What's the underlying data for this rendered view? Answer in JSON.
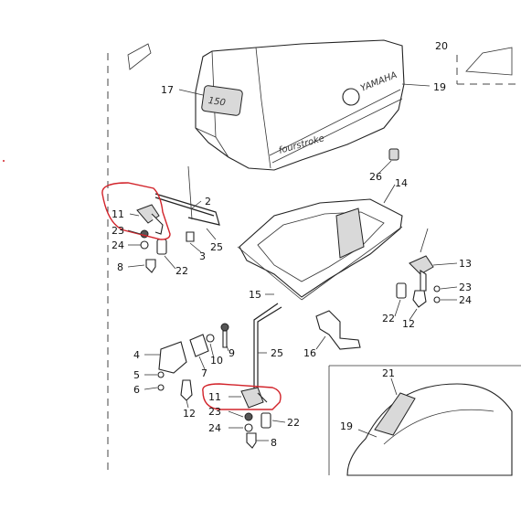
{
  "callouts": {
    "c17": "17",
    "c19": "19",
    "c26": "26",
    "c14": "14",
    "c2": "2",
    "c11a": "11",
    "c23a": "23",
    "c24a": "24",
    "c8a": "8",
    "c22a": "22",
    "c3": "3",
    "c25a": "25",
    "c13": "13",
    "c23b": "23",
    "c24b": "24",
    "c22b": "22",
    "c12b": "12",
    "c15": "15",
    "c16": "16",
    "c25b": "25",
    "c4": "4",
    "c5": "5",
    "c6": "6",
    "c10": "10",
    "c9": "9",
    "c7": "7",
    "c12a": "12",
    "c11b": "11",
    "c23c": "23",
    "c22c": "22",
    "c24c": "24",
    "c8b": "8",
    "c21": "21",
    "c19b": "19",
    "c20": "20"
  },
  "cowling": {
    "brand_text": "YAMAHA",
    "decal_text": "fourstroke",
    "hp_badge": "150"
  },
  "colors": {
    "line": "#222222",
    "highlight": "#d2232a",
    "background": "#ffffff"
  }
}
